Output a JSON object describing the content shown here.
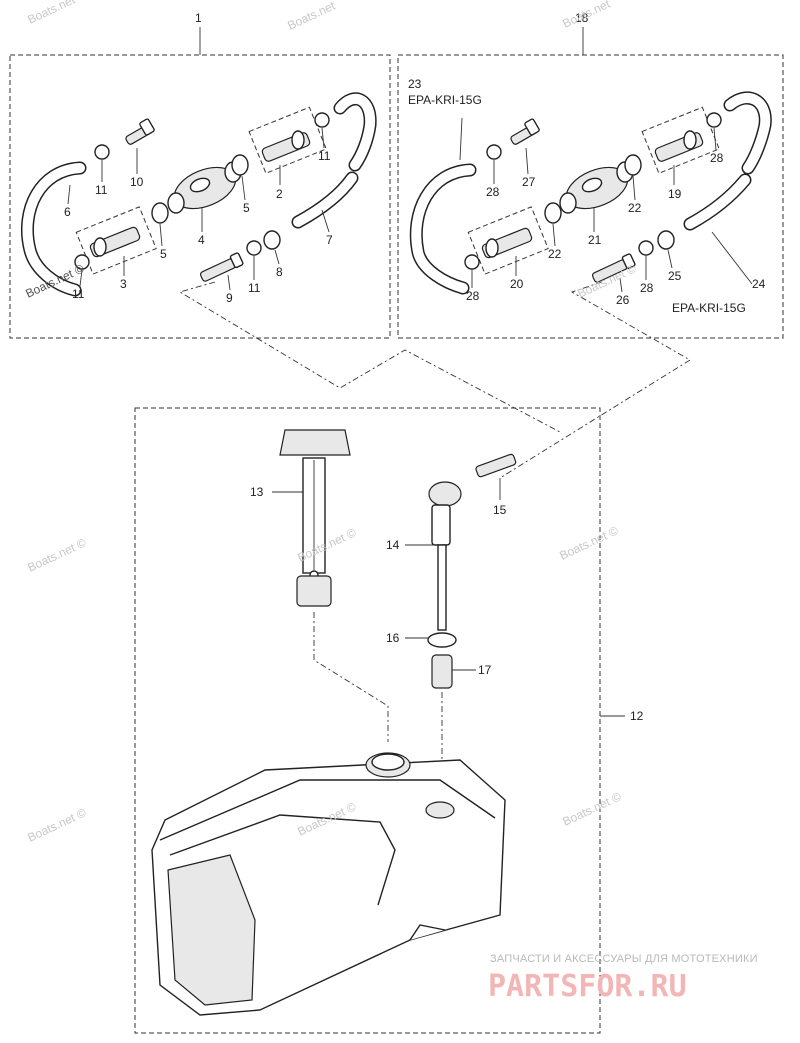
{
  "watermarks": {
    "boats_net": "Boats.net",
    "boats_net_c": "Boats.net ©",
    "brand_caption": "ЗАПЧАСТИ И АКСЕССУАРЫ ДЛЯ МОТОТЕХНИКИ",
    "brand_name": "PARTSFOR.RU"
  },
  "callouts": {
    "c1": "1",
    "c2": "2",
    "c3": "3",
    "c4": "4",
    "c5a": "5",
    "c5b": "5",
    "c6": "6",
    "c7": "7",
    "c8": "8",
    "c9": "9",
    "c10": "10",
    "c11a": "11",
    "c11b": "11",
    "c11c": "11",
    "c11d": "11",
    "c12": "12",
    "c13": "13",
    "c14": "14",
    "c15": "15",
    "c16": "16",
    "c17": "17",
    "c18": "18",
    "c19": "19",
    "c20": "20",
    "c21": "21",
    "c22a": "22",
    "c22b": "22",
    "c23": "23",
    "c24": "24",
    "c25": "25",
    "c26": "26",
    "c27": "27",
    "c28a": "28",
    "c28b": "28",
    "c28c": "28",
    "c28d": "28"
  },
  "codes": {
    "epa_23": "EPA-KRI-15G",
    "epa_24": "EPA-KRI-15G"
  },
  "colors": {
    "line": "#222222",
    "watermark": "#c8c8c8",
    "brand": "#f2b6b6"
  }
}
